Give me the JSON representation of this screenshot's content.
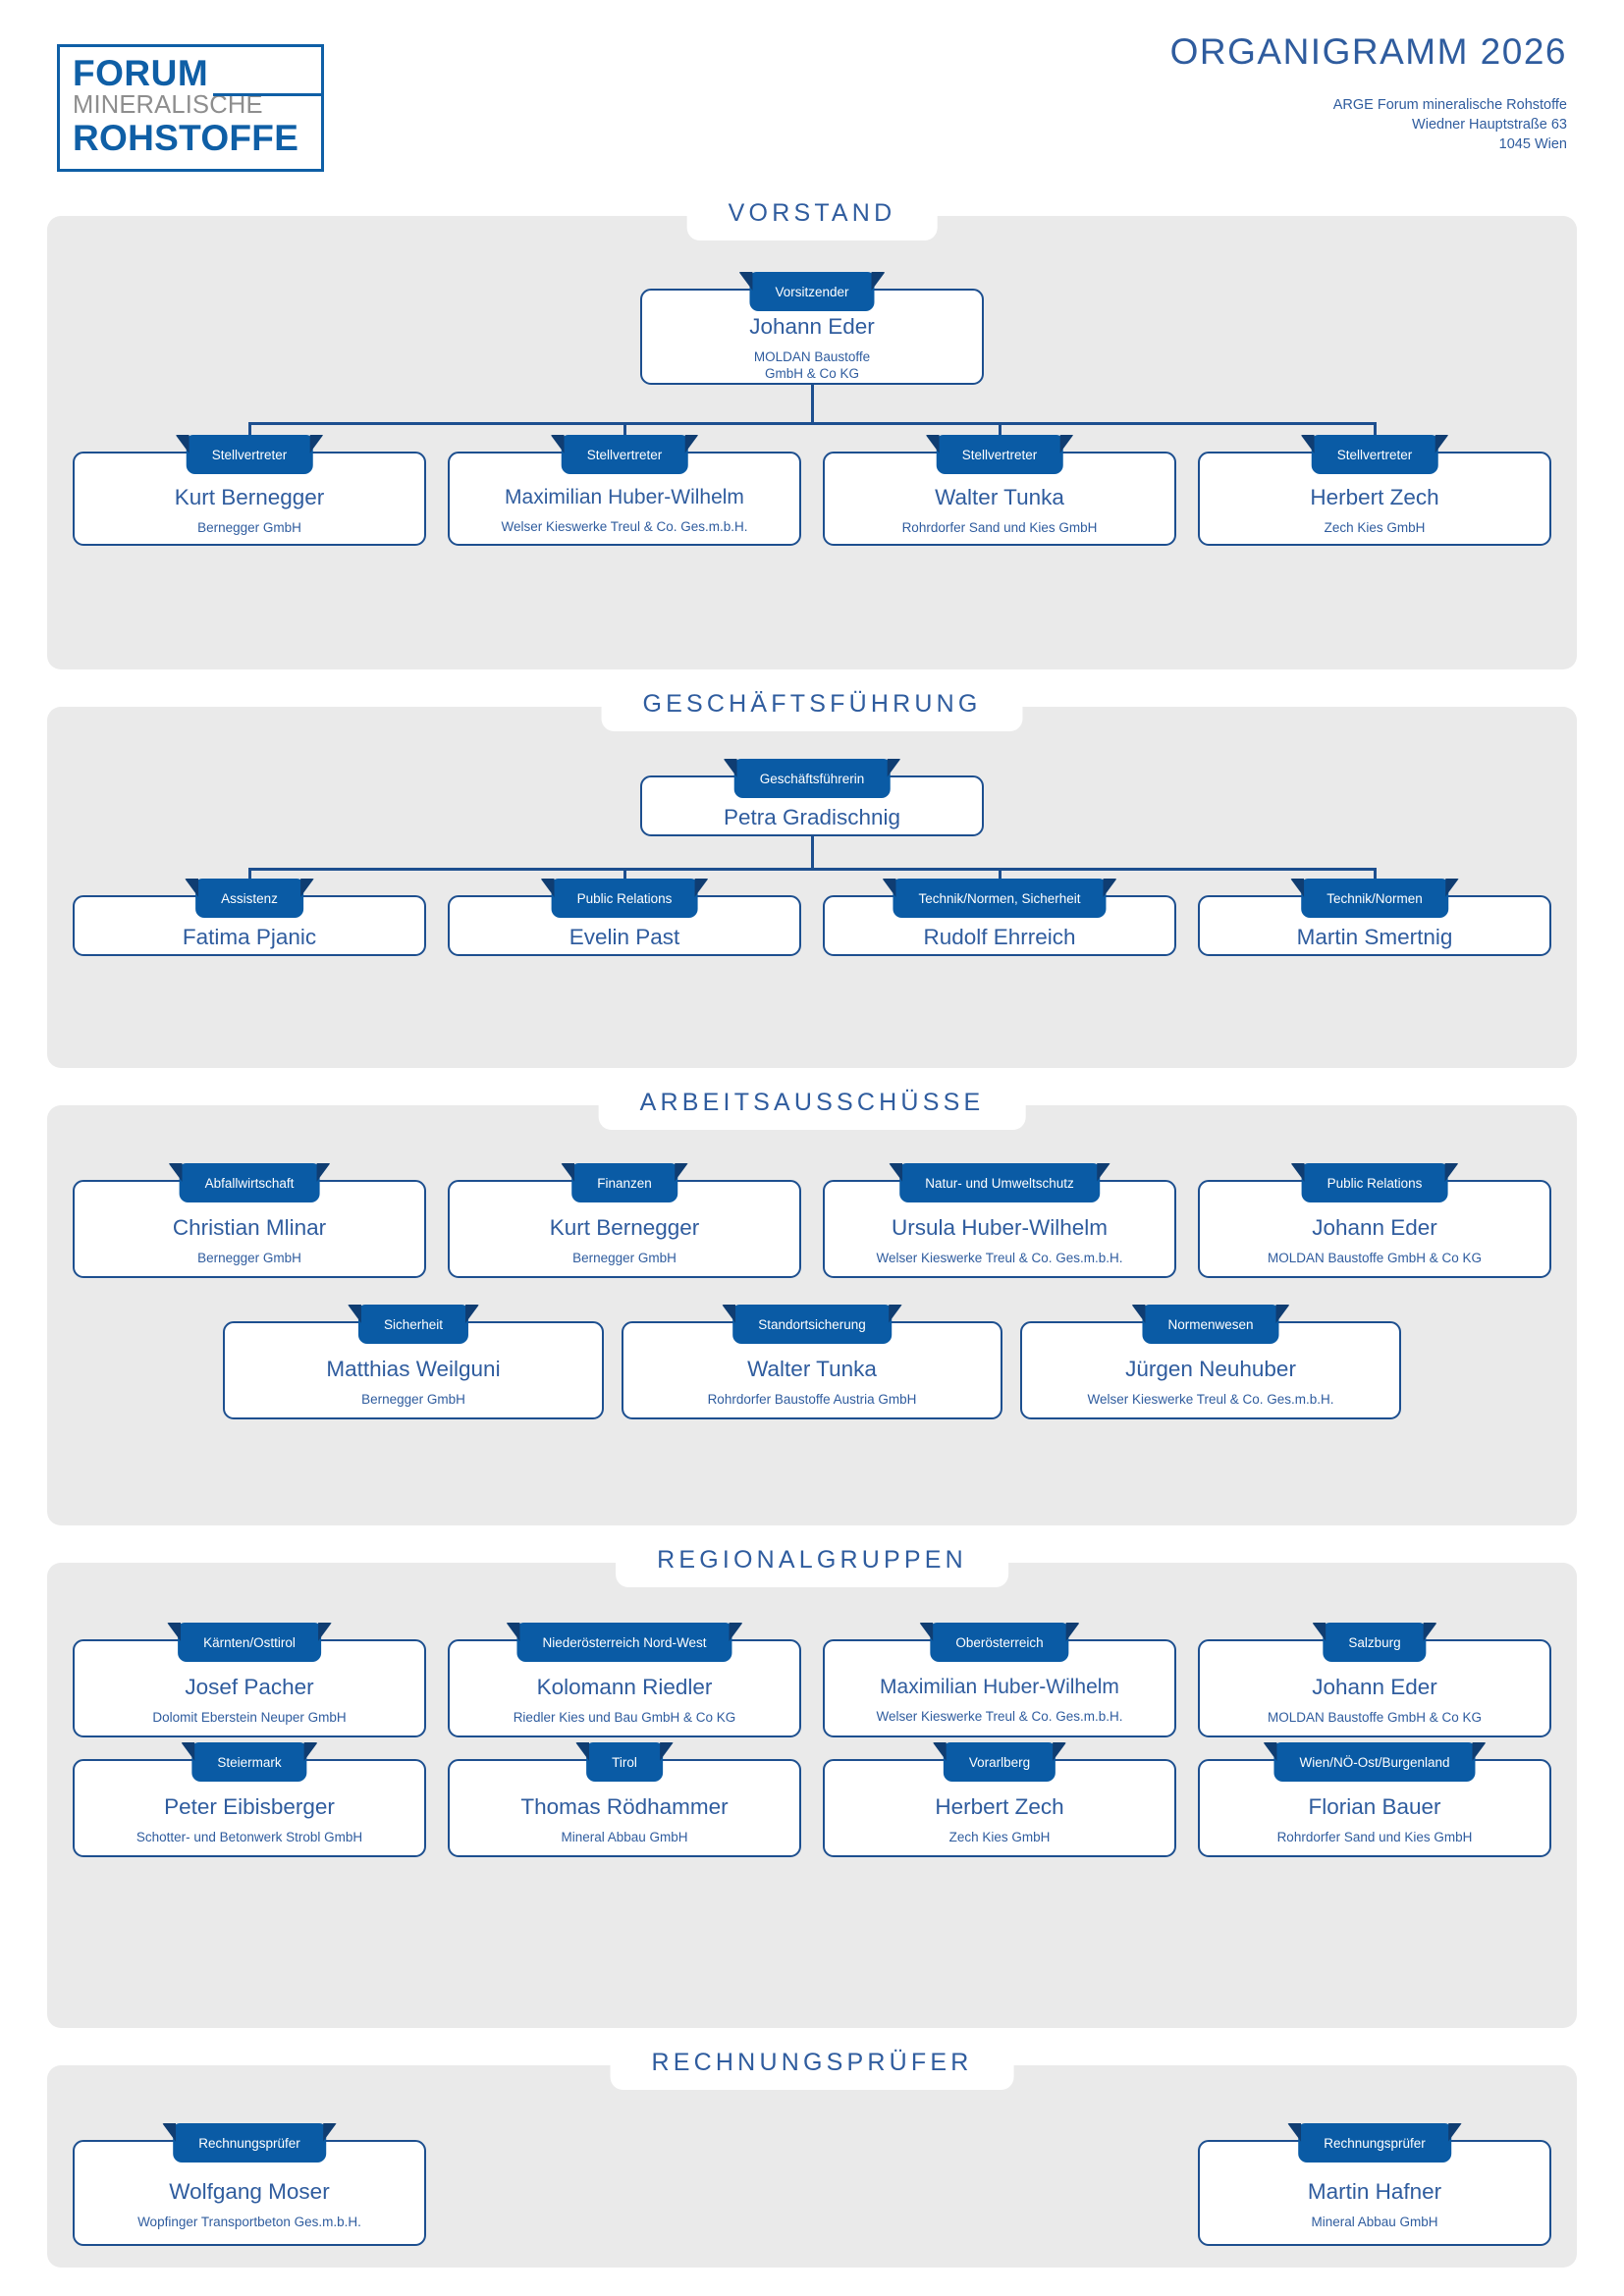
{
  "header": {
    "logo": {
      "line1": "FORUM",
      "line2": "MINERALISCHE",
      "line3": "ROHSTOFFE"
    },
    "doc_title": "ORGANIGRAMM 2026",
    "address_line1": "ARGE Forum mineralische Rohstoffe",
    "address_line2": "Wiedner Hauptstraße 63",
    "address_line3": "1045 Wien"
  },
  "colors": {
    "brand_blue": "#0f5fa6",
    "tab_blue": "#0a5ba5",
    "tab_fold": "#0f3d72",
    "text_blue": "#2f5c9e",
    "border_blue": "#1d4f8f",
    "panel_gray": "#eaeaea",
    "logo_gray": "#8e8e8e"
  },
  "sections": [
    {
      "title": "VORSTAND",
      "root": {
        "role": "Vorsitzender",
        "name": "Johann Eder",
        "org": "MOLDAN Baustoffe\nGmbH & Co KG"
      },
      "children": [
        {
          "role": "Stellvertreter",
          "name": "Kurt Bernegger",
          "org": "Bernegger GmbH"
        },
        {
          "role": "Stellvertreter",
          "name": "Maximilian Huber-Wilhelm",
          "org": "Welser Kieswerke Treul & Co. Ges.m.b.H."
        },
        {
          "role": "Stellvertreter",
          "name": "Walter Tunka",
          "org": "Rohrdorfer Sand und Kies GmbH"
        },
        {
          "role": "Stellvertreter",
          "name": "Herbert Zech",
          "org": "Zech Kies GmbH"
        }
      ]
    },
    {
      "title": "GESCHÄFTSFÜHRUNG",
      "root": {
        "role": "Geschäftsführerin",
        "name": "Petra Gradischnig",
        "org": ""
      },
      "children": [
        {
          "role": "Assistenz",
          "name": "Fatima Pjanic",
          "org": ""
        },
        {
          "role": "Public Relations",
          "name": "Evelin Past",
          "org": ""
        },
        {
          "role": "Technik/Normen, Sicherheit",
          "name": "Rudolf Ehrreich",
          "org": ""
        },
        {
          "role": "Technik/Normen",
          "name": "Martin Smertnig",
          "org": ""
        }
      ]
    },
    {
      "title": "ARBEITSAUSSCHÜSSE",
      "row1": [
        {
          "role": "Abfallwirtschaft",
          "name": "Christian Mlinar",
          "org": "Bernegger GmbH"
        },
        {
          "role": "Finanzen",
          "name": "Kurt Bernegger",
          "org": "Bernegger GmbH"
        },
        {
          "role": "Natur- und Umweltschutz",
          "name": "Ursula Huber-Wilhelm",
          "org": "Welser Kieswerke Treul & Co. Ges.m.b.H."
        },
        {
          "role": "Public Relations",
          "name": "Johann Eder",
          "org": "MOLDAN Baustoffe GmbH & Co KG"
        }
      ],
      "row2": [
        {
          "role": "Sicherheit",
          "name": "Matthias Weilguni",
          "org": "Bernegger GmbH"
        },
        {
          "role": "Standortsicherung",
          "name": "Walter Tunka",
          "org": "Rohrdorfer Baustoffe Austria GmbH"
        },
        {
          "role": "Normenwesen",
          "name": "Jürgen Neuhuber",
          "org": "Welser Kieswerke Treul & Co. Ges.m.b.H."
        }
      ]
    },
    {
      "title": "REGIONALGRUPPEN",
      "row1": [
        {
          "role": "Kärnten/Osttirol",
          "name": "Josef Pacher",
          "org": "Dolomit Eberstein Neuper GmbH"
        },
        {
          "role": "Niederösterreich Nord-West",
          "name": "Kolomann Riedler",
          "org": "Riedler Kies und Bau GmbH & Co KG"
        },
        {
          "role": "Oberösterreich",
          "name": "Maximilian Huber-Wilhelm",
          "org": "Welser Kieswerke Treul & Co. Ges.m.b.H."
        },
        {
          "role": "Salzburg",
          "name": "Johann Eder",
          "org": "MOLDAN Baustoffe GmbH & Co KG"
        }
      ],
      "row2": [
        {
          "role": "Steiermark",
          "name": "Peter Eibisberger",
          "org": "Schotter- und Betonwerk Strobl GmbH"
        },
        {
          "role": "Tirol",
          "name": "Thomas Rödhammer",
          "org": "Mineral Abbau GmbH"
        },
        {
          "role": "Vorarlberg",
          "name": "Herbert Zech",
          "org": "Zech Kies GmbH"
        },
        {
          "role": "Wien/NÖ-Ost/Burgenland",
          "name": "Florian Bauer",
          "org": "Rohrdorfer Sand und Kies GmbH"
        }
      ]
    },
    {
      "title": "RECHNUNGSPRÜFER",
      "row1": [
        {
          "role": "Rechnungsprüfer",
          "name": "Wolfgang Moser",
          "org": "Wopfinger Transportbeton Ges.m.b.H."
        },
        {
          "role": "Rechnungsprüfer",
          "name": "Martin Hafner",
          "org": "Mineral Abbau GmbH"
        }
      ]
    }
  ]
}
